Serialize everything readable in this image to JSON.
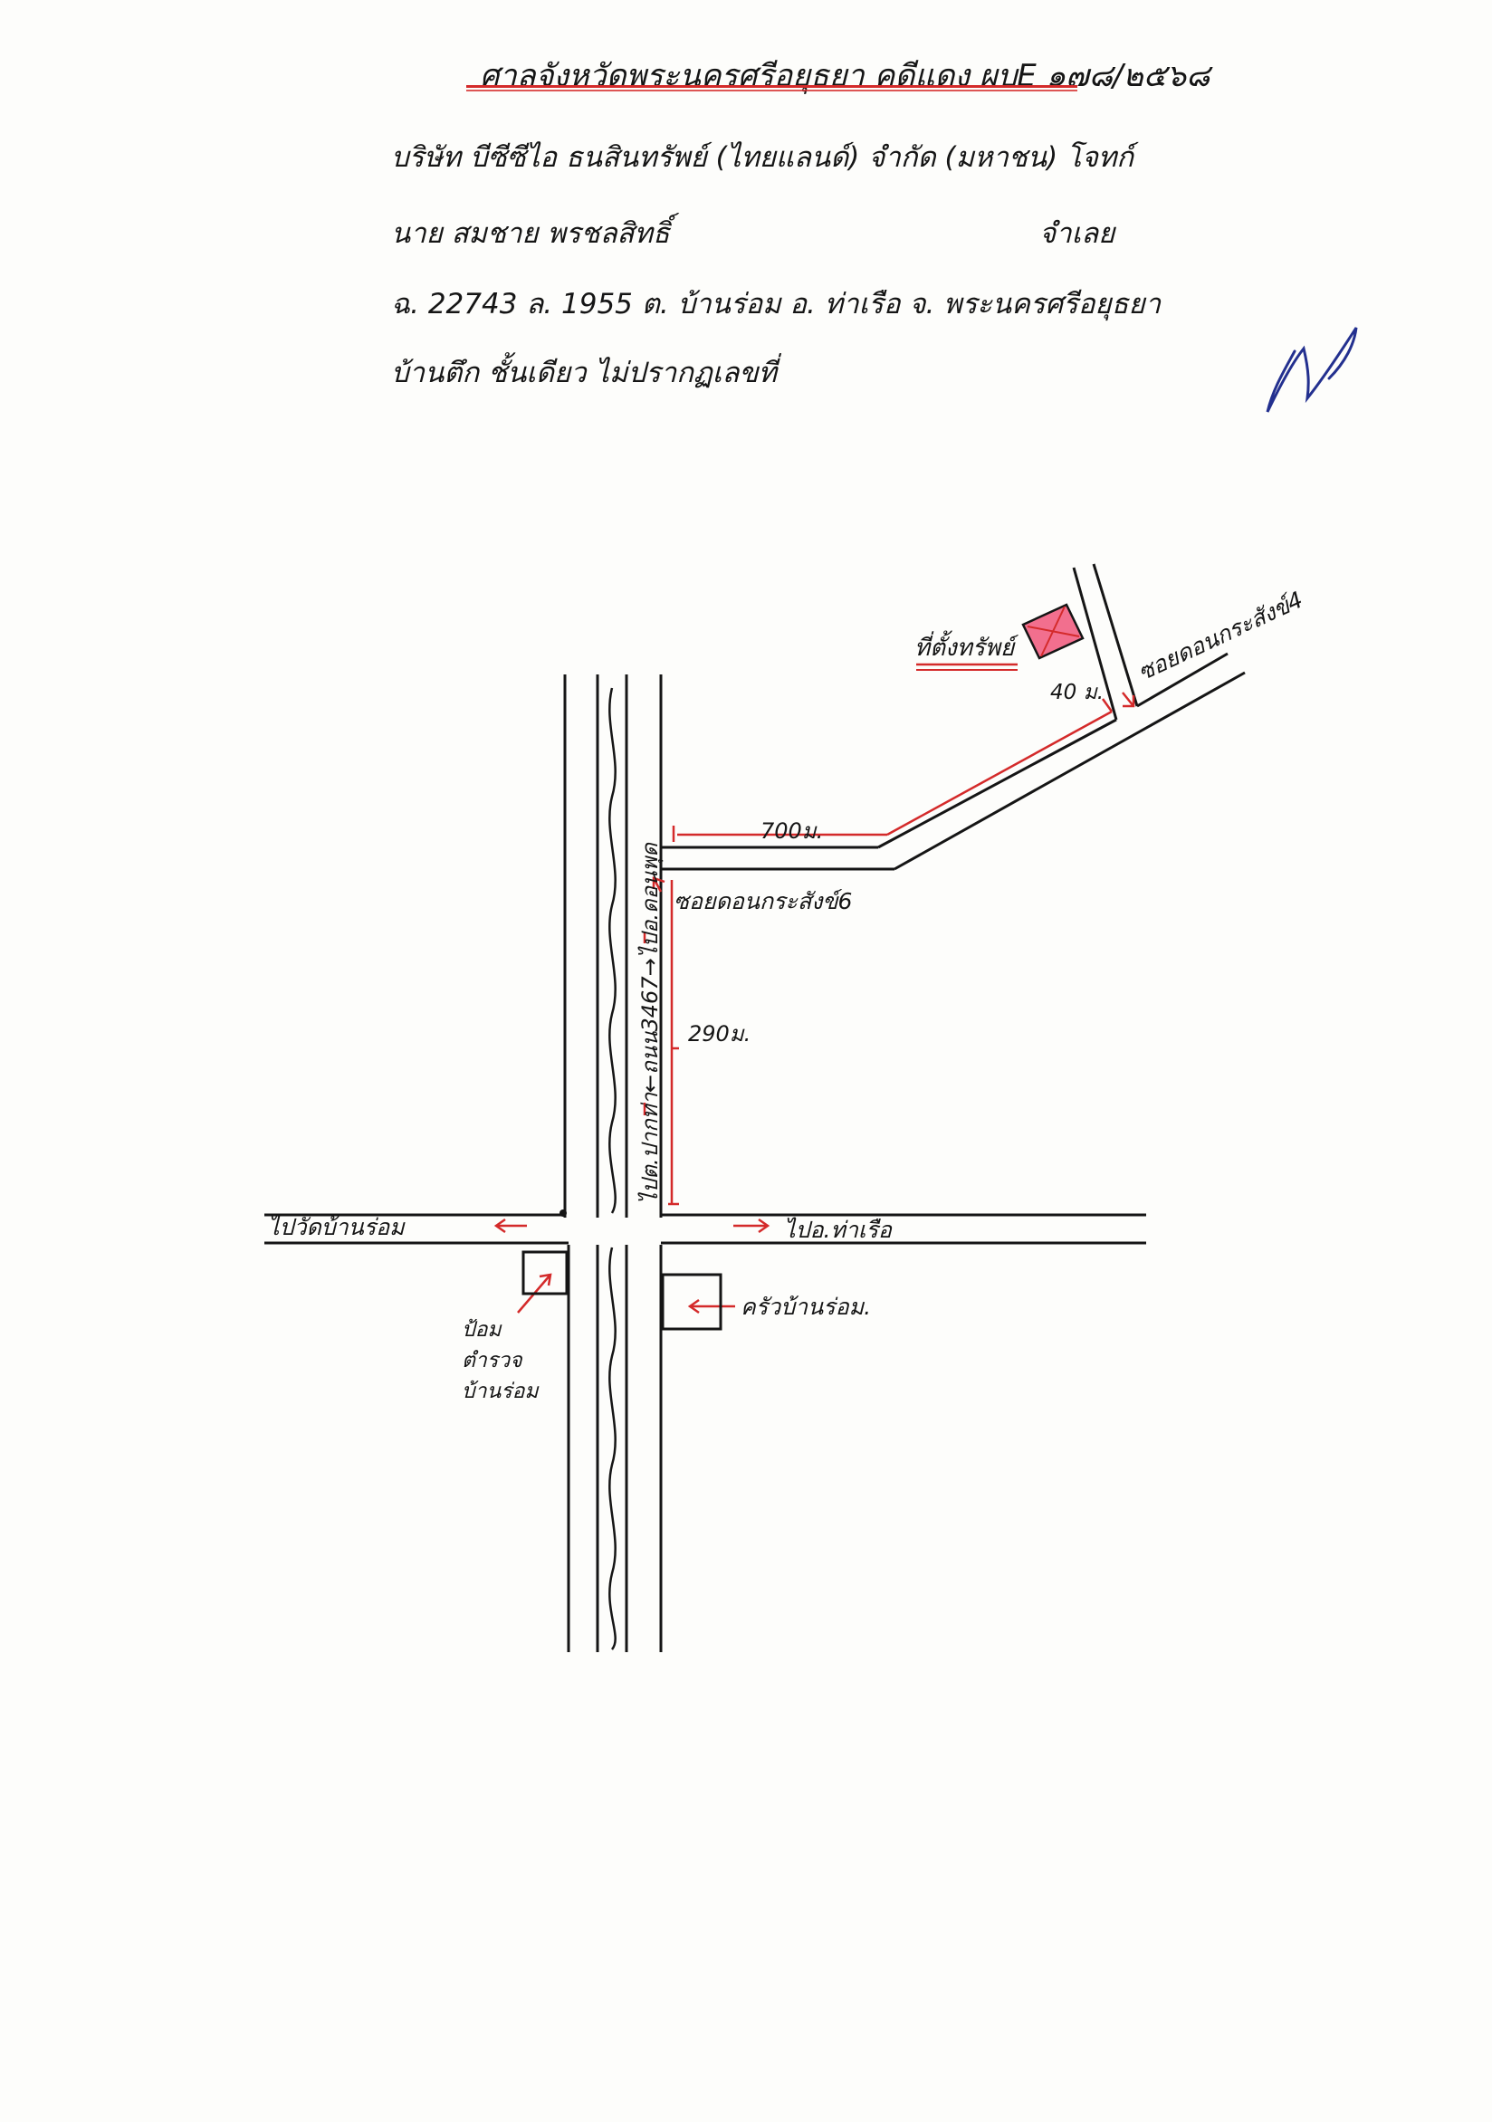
{
  "header": {
    "title": "ศาลจังหวัดพระนครศรีอยุธยา คดีแดง ผบE ๑๗๘/๒๕๖๘",
    "plaintiff_line": "บริษัท บีซีซีไอ ธนสินทรัพย์ (ไทยแลนด์) จำกัด (มหาชน) โจทก์",
    "defendant_name": "นาย สมชาย    พรชลสิทธิ์",
    "defendant_role": "จำเลย",
    "land_line": "ฉ. 22743 ล. 1955 ต. บ้านร่อม อ. ท่าเรือ จ. พระนครศรีอยุธยา",
    "building_line": "บ้านตึก ชั้นเดียว ไม่ปรากฏเลขที่"
  },
  "map": {
    "property_label": "ที่ตั้งทรัพย์",
    "soi4_label": "ซอยดอนกระสังข์4",
    "soi6_label": "ซอยดอนกระสังข์6",
    "dist_40": "40 ม.",
    "dist_700": "700ม.",
    "dist_290": "290ม.",
    "main_road_label": "ไปต.ปากท่า←ถนน3467→ไปอ.ดอนพุด",
    "left_road_label": "ไปวัดบ้านร่อม",
    "right_road_label": "ไปอ.ท่าเรือ",
    "police_box_label": [
      "ป้อม",
      "ตำรวจ",
      "บ้านร่อม"
    ],
    "market_label": "ครัวบ้านร่อม."
  },
  "colors": {
    "ink": "#151515",
    "red_annotation": "#d42a2a",
    "property_fill": "#f26f8e",
    "signature_blue": "#23308f"
  }
}
